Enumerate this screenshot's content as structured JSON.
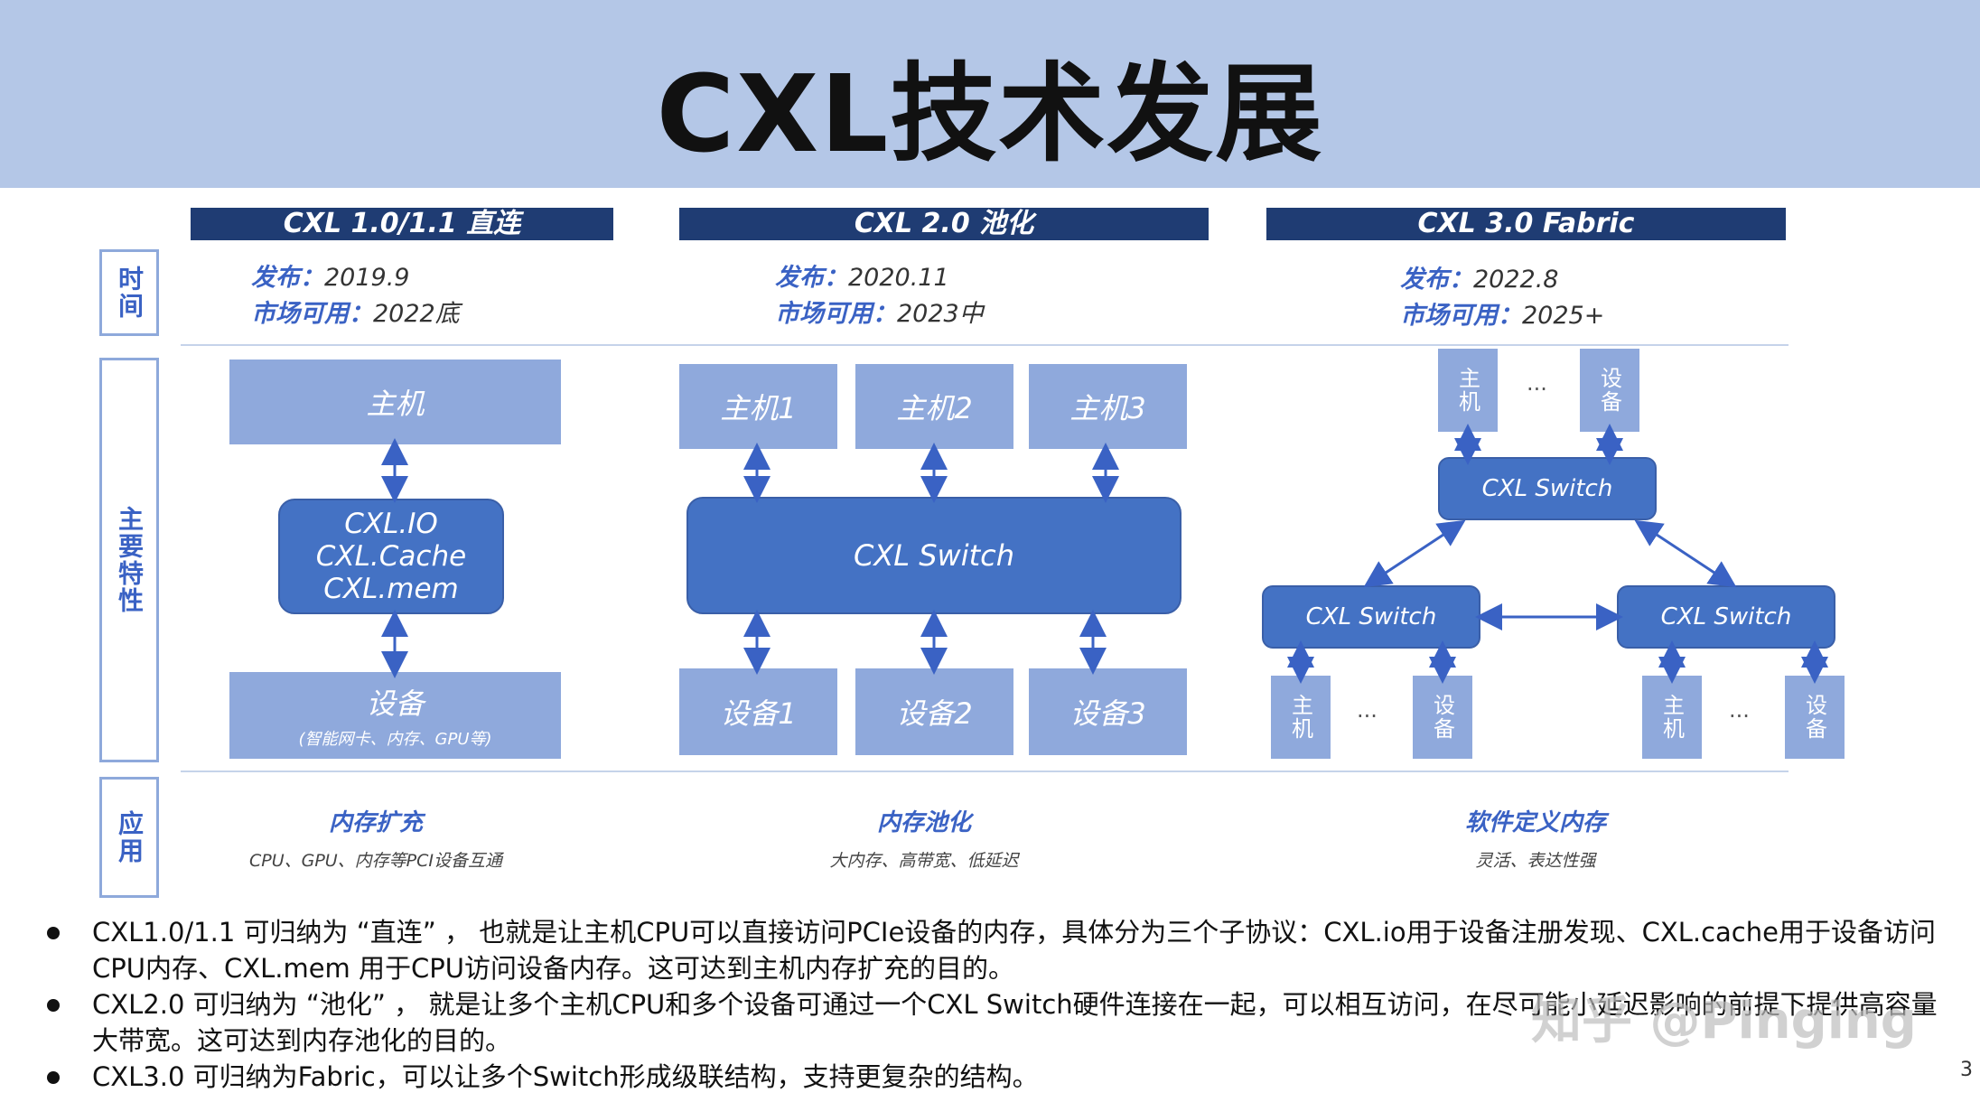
{
  "title": "CXL技术发展",
  "side_labels": {
    "time": "时间",
    "features": "主要特性",
    "apps": "应用"
  },
  "generations": [
    {
      "header": "CXL 1.0/1.1 直连",
      "release_key": "发布：",
      "release_val": "2019.9",
      "market_key": "市场可用：",
      "market_val": "2022底",
      "host": "主机",
      "protocols": [
        "CXL.IO",
        "CXL.Cache",
        "CXL.mem"
      ],
      "device": "设备",
      "device_note": "(智能网卡、内存、GPU等)",
      "app_title": "内存扩充",
      "app_desc": "CPU、GPU、内存等PCI设备互通"
    },
    {
      "header": "CXL 2.0 池化",
      "release_key": "发布：",
      "release_val": "2020.11",
      "market_key": "市场可用：",
      "market_val": "2023中",
      "hosts": [
        "主机1",
        "主机2",
        "主机3"
      ],
      "switch": "CXL Switch",
      "devices": [
        "设备1",
        "设备2",
        "设备3"
      ],
      "app_title": "内存池化",
      "app_desc": "大内存、高带宽、低延迟"
    },
    {
      "header": "CXL 3.0 Fabric",
      "release_key": "发布：",
      "release_val": "2022.8",
      "market_key": "市场可用：",
      "market_val": "2025+",
      "top_host": "主机",
      "top_device": "设备",
      "ellipsis": "...",
      "switch_top": "CXL Switch",
      "switch_left": "CXL Switch",
      "switch_right": "CXL Switch",
      "leaf_host": "主机",
      "leaf_device": "设备",
      "app_title": "软件定义内存",
      "app_desc": "灵活、表达性强"
    }
  ],
  "bullets": [
    "CXL1.0/1.1 可归纳为 “直连” ， 也就是让主机CPU可以直接访问PCIe设备的内存，具体分为三个子协议：CXL.io用于设备注册发现、CXL.cache用于设备访问CPU内存、CXL.mem 用于CPU访问设备内存。这可达到主机内存扩充的目的。",
    "CXL2.0 可归纳为 “池化” ， 就是让多个主机CPU和多个设备可通过一个CXL Switch硬件连接在一起，可以相互访问，在尽可能小延迟影响的前提下提供高容量大带宽。这可达到内存池化的目的。",
    "CXL3.0 可归纳为Fabric，可以让多个Switch形成级联结构，支持更复杂的结构。"
  ],
  "watermark": "知乎 @Pinging",
  "page_number": "3",
  "colors": {
    "title_band": "#b4c7e7",
    "header_bg": "#1f3c73",
    "light_box": "#8fa9dc",
    "dark_box": "#4472c4",
    "accent_text": "#3a62c4"
  }
}
